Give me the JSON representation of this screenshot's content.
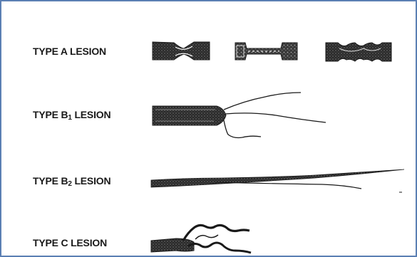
{
  "lesions": [
    {
      "type_prefix": "TYPE A",
      "subscript": "",
      "suffix": " LESION"
    },
    {
      "type_prefix": "TYPE B",
      "subscript": "1",
      "suffix": " LESION"
    },
    {
      "type_prefix": "TYPE B",
      "subscript": "2",
      "suffix": " LESION"
    },
    {
      "type_prefix": "TYPE C",
      "subscript": "",
      "suffix": " LESION"
    }
  ],
  "colors": {
    "border": "#5b7fb3",
    "ink": "#1a1a1a",
    "text": "#1a1a1a"
  }
}
